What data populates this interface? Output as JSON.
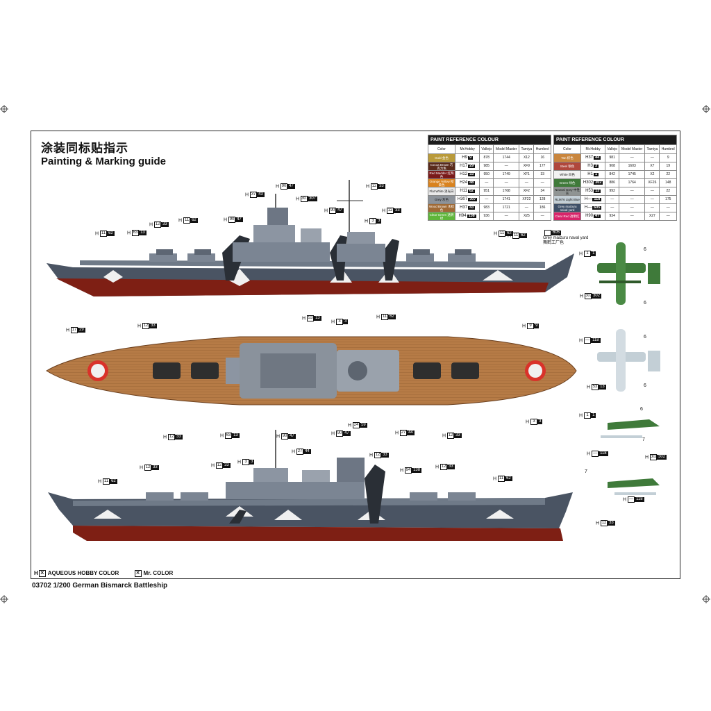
{
  "title_cn": "涂装同标贴指示",
  "title_en": "Painting & Marking guide",
  "paint_header": "PAINT REFERENCE COLOUR",
  "columns": [
    "Color",
    "Mr.Hobby",
    "Vallejo",
    "Model Master",
    "Tamiya",
    "Humbrol"
  ],
  "paint_table_left": [
    {
      "name": "Gold 金色",
      "color": "#b99a3a",
      "h": "9",
      "c": "9",
      "vallejo": "878",
      "mm": "1744",
      "tamiya": "X12",
      "humbrol": "16"
    },
    {
      "name": "Cocoa Brown 巧克力色",
      "color": "#5a2b1c",
      "h": "17",
      "c": "29",
      "vallejo": "985",
      "mm": "—",
      "tamiya": "XF9",
      "humbrol": "177"
    },
    {
      "name": "Red Madder 红陶色",
      "color": "#7a1a1a",
      "h": "12",
      "c": "33",
      "vallejo": "950",
      "mm": "1749",
      "tamiya": "XF1",
      "humbrol": "33"
    },
    {
      "name": "Orange Yellow 橙黄色",
      "color": "#d9831f",
      "h": "24",
      "c": "48",
      "vallejo": "—",
      "mm": "—",
      "tamiya": "—",
      "humbrol": "—"
    },
    {
      "name": "Flat White 消光白",
      "color": "#e9e9e9",
      "h": "11",
      "c": "62",
      "vallejo": "951",
      "mm": "1768",
      "tamiya": "XF2",
      "humbrol": "34"
    },
    {
      "name": "Grey 灰色",
      "color": "#8d939a",
      "h": "307",
      "c": "307",
      "vallejo": "—",
      "mm": "1741",
      "tamiya": "XF22",
      "humbrol": "128"
    },
    {
      "name": "Wood Brown 木棕色",
      "color": "#a06a35",
      "h": "37",
      "c": "43",
      "vallejo": "983",
      "mm": "1721",
      "tamiya": "—",
      "humbrol": "186"
    },
    {
      "name": "Clear Green 透明绿",
      "color": "#5fb63a",
      "h": "94",
      "c": "138",
      "vallejo": "936",
      "mm": "—",
      "tamiya": "X25",
      "humbrol": "—"
    }
  ],
  "paint_table_right": [
    {
      "name": "Tan 棕色",
      "color": "#c9863e",
      "h": "37",
      "c": "44",
      "vallejo": "981",
      "mm": "—",
      "tamiya": "—",
      "humbrol": "9"
    },
    {
      "name": "Steel 钢色",
      "color": "#b0473c",
      "h": "3",
      "c": "3",
      "vallejo": "908",
      "mm": "1603",
      "tamiya": "X7",
      "humbrol": "19"
    },
    {
      "name": "White 白色",
      "color": "#f2f2f2",
      "h": "1",
      "c": "1",
      "vallejo": "842",
      "mm": "1745",
      "tamiya": "X2",
      "humbrol": "22"
    },
    {
      "name": "Green 绿色",
      "color": "#3f7a3a",
      "h": "302",
      "c": "302",
      "vallejo": "886",
      "mm": "1764",
      "tamiya": "XF26",
      "humbrol": "148"
    },
    {
      "name": "Neutral Grey 中性灰",
      "color": "#8f9493",
      "h": "53",
      "c": "13",
      "vallejo": "992",
      "mm": "—",
      "tamiya": "—",
      "humbrol": "22"
    },
    {
      "name": "RLM76 Light Blue",
      "color": "#c3cfd6",
      "h": "—",
      "c": "118",
      "vallejo": "—",
      "mm": "—",
      "tamiya": "—",
      "humbrol": "175"
    },
    {
      "name": "Grey maizuru naval yard",
      "color": "#3e5068",
      "h": "—",
      "c": "605",
      "vallejo": "—",
      "mm": "—",
      "tamiya": "—",
      "humbrol": "—"
    },
    {
      "name": "Clear Red 透明红",
      "color": "#d8246a",
      "h": "90",
      "c": "47",
      "vallejo": "934",
      "mm": "—",
      "tamiya": "X27",
      "humbrol": "—"
    }
  ],
  "grey_note": "Grey maizuru naval yard",
  "grey_note_cn": "舞鹤工厂色",
  "grey_code": "605",
  "callouts_side1": [
    {
      "h": "90",
      "c": "47"
    },
    {
      "h": "37",
      "c": "43"
    },
    {
      "h": "307",
      "c": "307"
    },
    {
      "h": "12",
      "c": "33"
    },
    {
      "h": "90",
      "c": "47"
    },
    {
      "h": "12",
      "c": "33"
    },
    {
      "h": "3",
      "c": "3"
    },
    {
      "h": "11",
      "c": "62"
    },
    {
      "h": "63",
      "c": "13"
    },
    {
      "h": "12",
      "c": "33"
    },
    {
      "h": "11",
      "c": "62"
    },
    {
      "h": "90",
      "c": "47"
    },
    {
      "h": "11",
      "c": "62"
    },
    {
      "h": "11",
      "c": "62"
    },
    {
      "h": "17",
      "c": "29"
    },
    {
      "h": "12",
      "c": "33"
    },
    {
      "h": "11",
      "c": "62"
    },
    {
      "h": "9",
      "c": "9"
    }
  ],
  "callouts_top": [
    {
      "h": "53",
      "c": "13"
    },
    {
      "h": "3",
      "c": "3"
    },
    {
      "h": "12",
      "c": "33"
    },
    {
      "h": "63",
      "c": "13"
    },
    {
      "h": "24",
      "c": "59"
    },
    {
      "h": "27",
      "c": "44"
    },
    {
      "h": "12",
      "c": "33"
    },
    {
      "h": "3",
      "c": "3"
    }
  ],
  "callouts_side2": [
    {
      "h": "90",
      "c": "47"
    },
    {
      "h": "90",
      "c": "47"
    },
    {
      "h": "27",
      "c": "44"
    },
    {
      "h": "12",
      "c": "33"
    },
    {
      "h": "12",
      "c": "33"
    },
    {
      "h": "3",
      "c": "3"
    },
    {
      "h": "12",
      "c": "33"
    },
    {
      "h": "94",
      "c": "138"
    },
    {
      "h": "12",
      "c": "33"
    },
    {
      "h": "11",
      "c": "62"
    },
    {
      "h": "11",
      "c": "62"
    },
    {
      "h": "12",
      "c": "33"
    }
  ],
  "callouts_planes": [
    {
      "h": "1",
      "c": "1"
    },
    {
      "h": "302",
      "c": "302"
    },
    {
      "h": "—",
      "c": "118"
    },
    {
      "h": "53",
      "c": "13"
    },
    {
      "h": "1",
      "c": "1"
    },
    {
      "h": "—",
      "c": "118"
    },
    {
      "h": "302",
      "c": "302"
    },
    {
      "h": "—",
      "c": "118"
    }
  ],
  "decal_numbers": [
    "6",
    "6",
    "6",
    "6",
    "6",
    "7",
    "7"
  ],
  "legend": {
    "aqueous": "AQUEOUS HOBBY COLOR",
    "mr": "Mr. COLOR"
  },
  "footer": "03702 1/200 German Bismarck Battleship",
  "colors": {
    "hull_red": "#7e1f14",
    "hull_grey": "#4a5463",
    "deck_wood": "#b57a45",
    "camo_white": "#f0f0f0",
    "plane_green": "#3f7a3a"
  }
}
